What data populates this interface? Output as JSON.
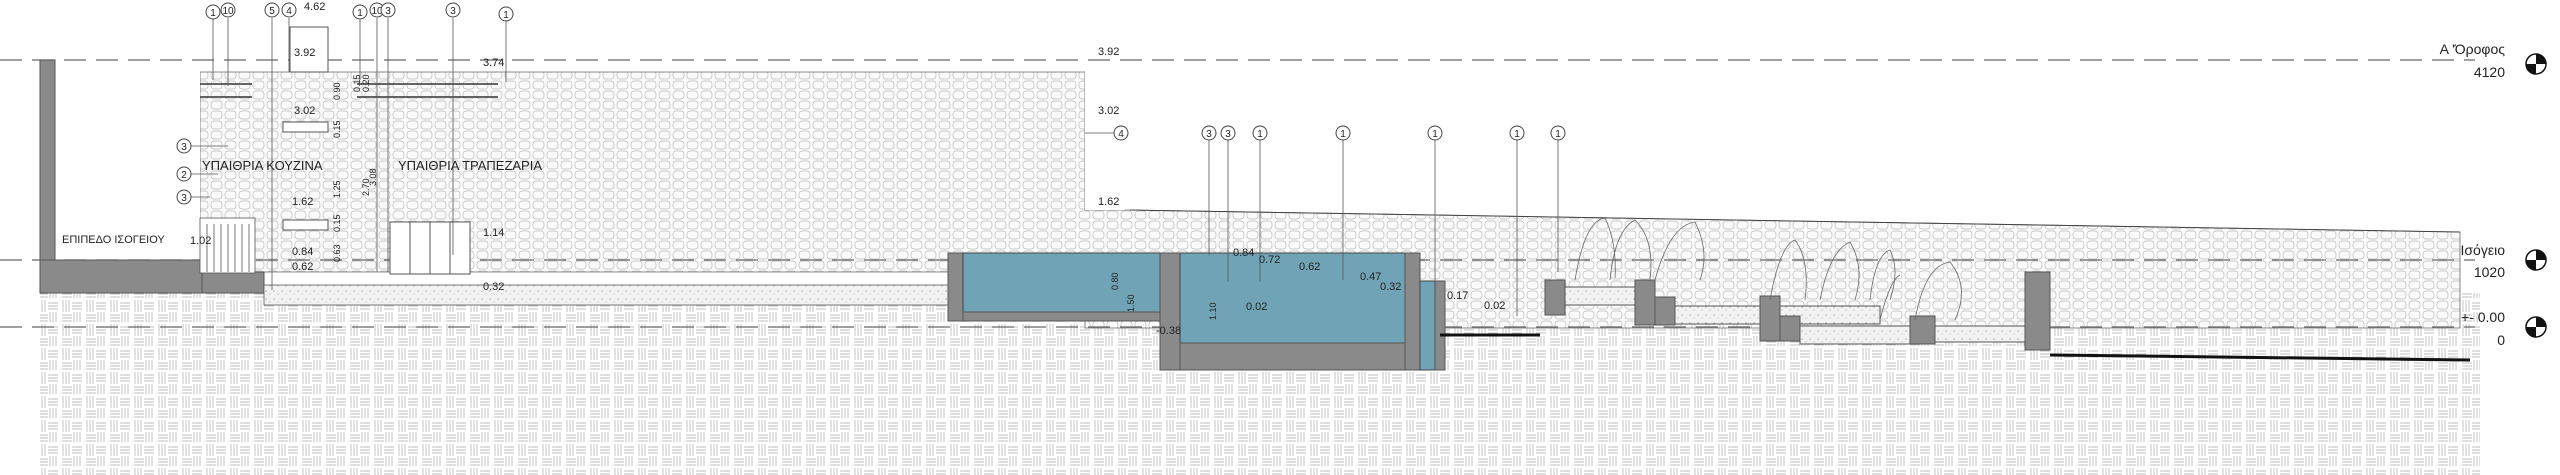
{
  "levels": {
    "first_floor": {
      "name": "Α 'Όροφος",
      "value": "4120"
    },
    "ground_floor": {
      "name": "Ισόγειο",
      "value": "1020"
    },
    "zero": {
      "name": "+- 0.00",
      "value": "0"
    }
  },
  "rooms": {
    "kitchen": "ΥΠΑΙΘΡΙΑ ΚΟΥΖΙΝΑ",
    "dining": "ΥΠΑΙΘΡΙΑ ΤΡΑΠΕΖΑΡΙΑ",
    "ground_level": "ΕΠΙΠΕΔΟ ΙΣΟΓΕΙΟΥ"
  },
  "callouts": [
    "1",
    "10",
    "5",
    "4",
    "1",
    "10",
    "3",
    "3",
    "1",
    "3",
    "2",
    "3",
    "4",
    "3",
    "3",
    "1",
    "1",
    "1",
    "1",
    "1"
  ],
  "elevations": [
    "4.62",
    "3.92",
    "3.74",
    "3.92",
    "3.02",
    "3.02",
    "1.62",
    "1.62",
    "1.14",
    "0.84",
    "0.62",
    "1.02",
    "0.32",
    "-0.38",
    "0.84",
    "0.72",
    "0.62",
    "0.47",
    "0.32",
    "0.17",
    "0.02",
    "0.02"
  ],
  "vertical_dims": [
    "0.90",
    "0.15",
    "1.25",
    "0.15",
    "0.63",
    "2.70",
    "3.08",
    "0.20",
    "0.15",
    "0.80",
    "1.50",
    "1.10"
  ],
  "colors": {
    "water": "#6fa3b5",
    "concrete": "#8a8a8a"
  }
}
